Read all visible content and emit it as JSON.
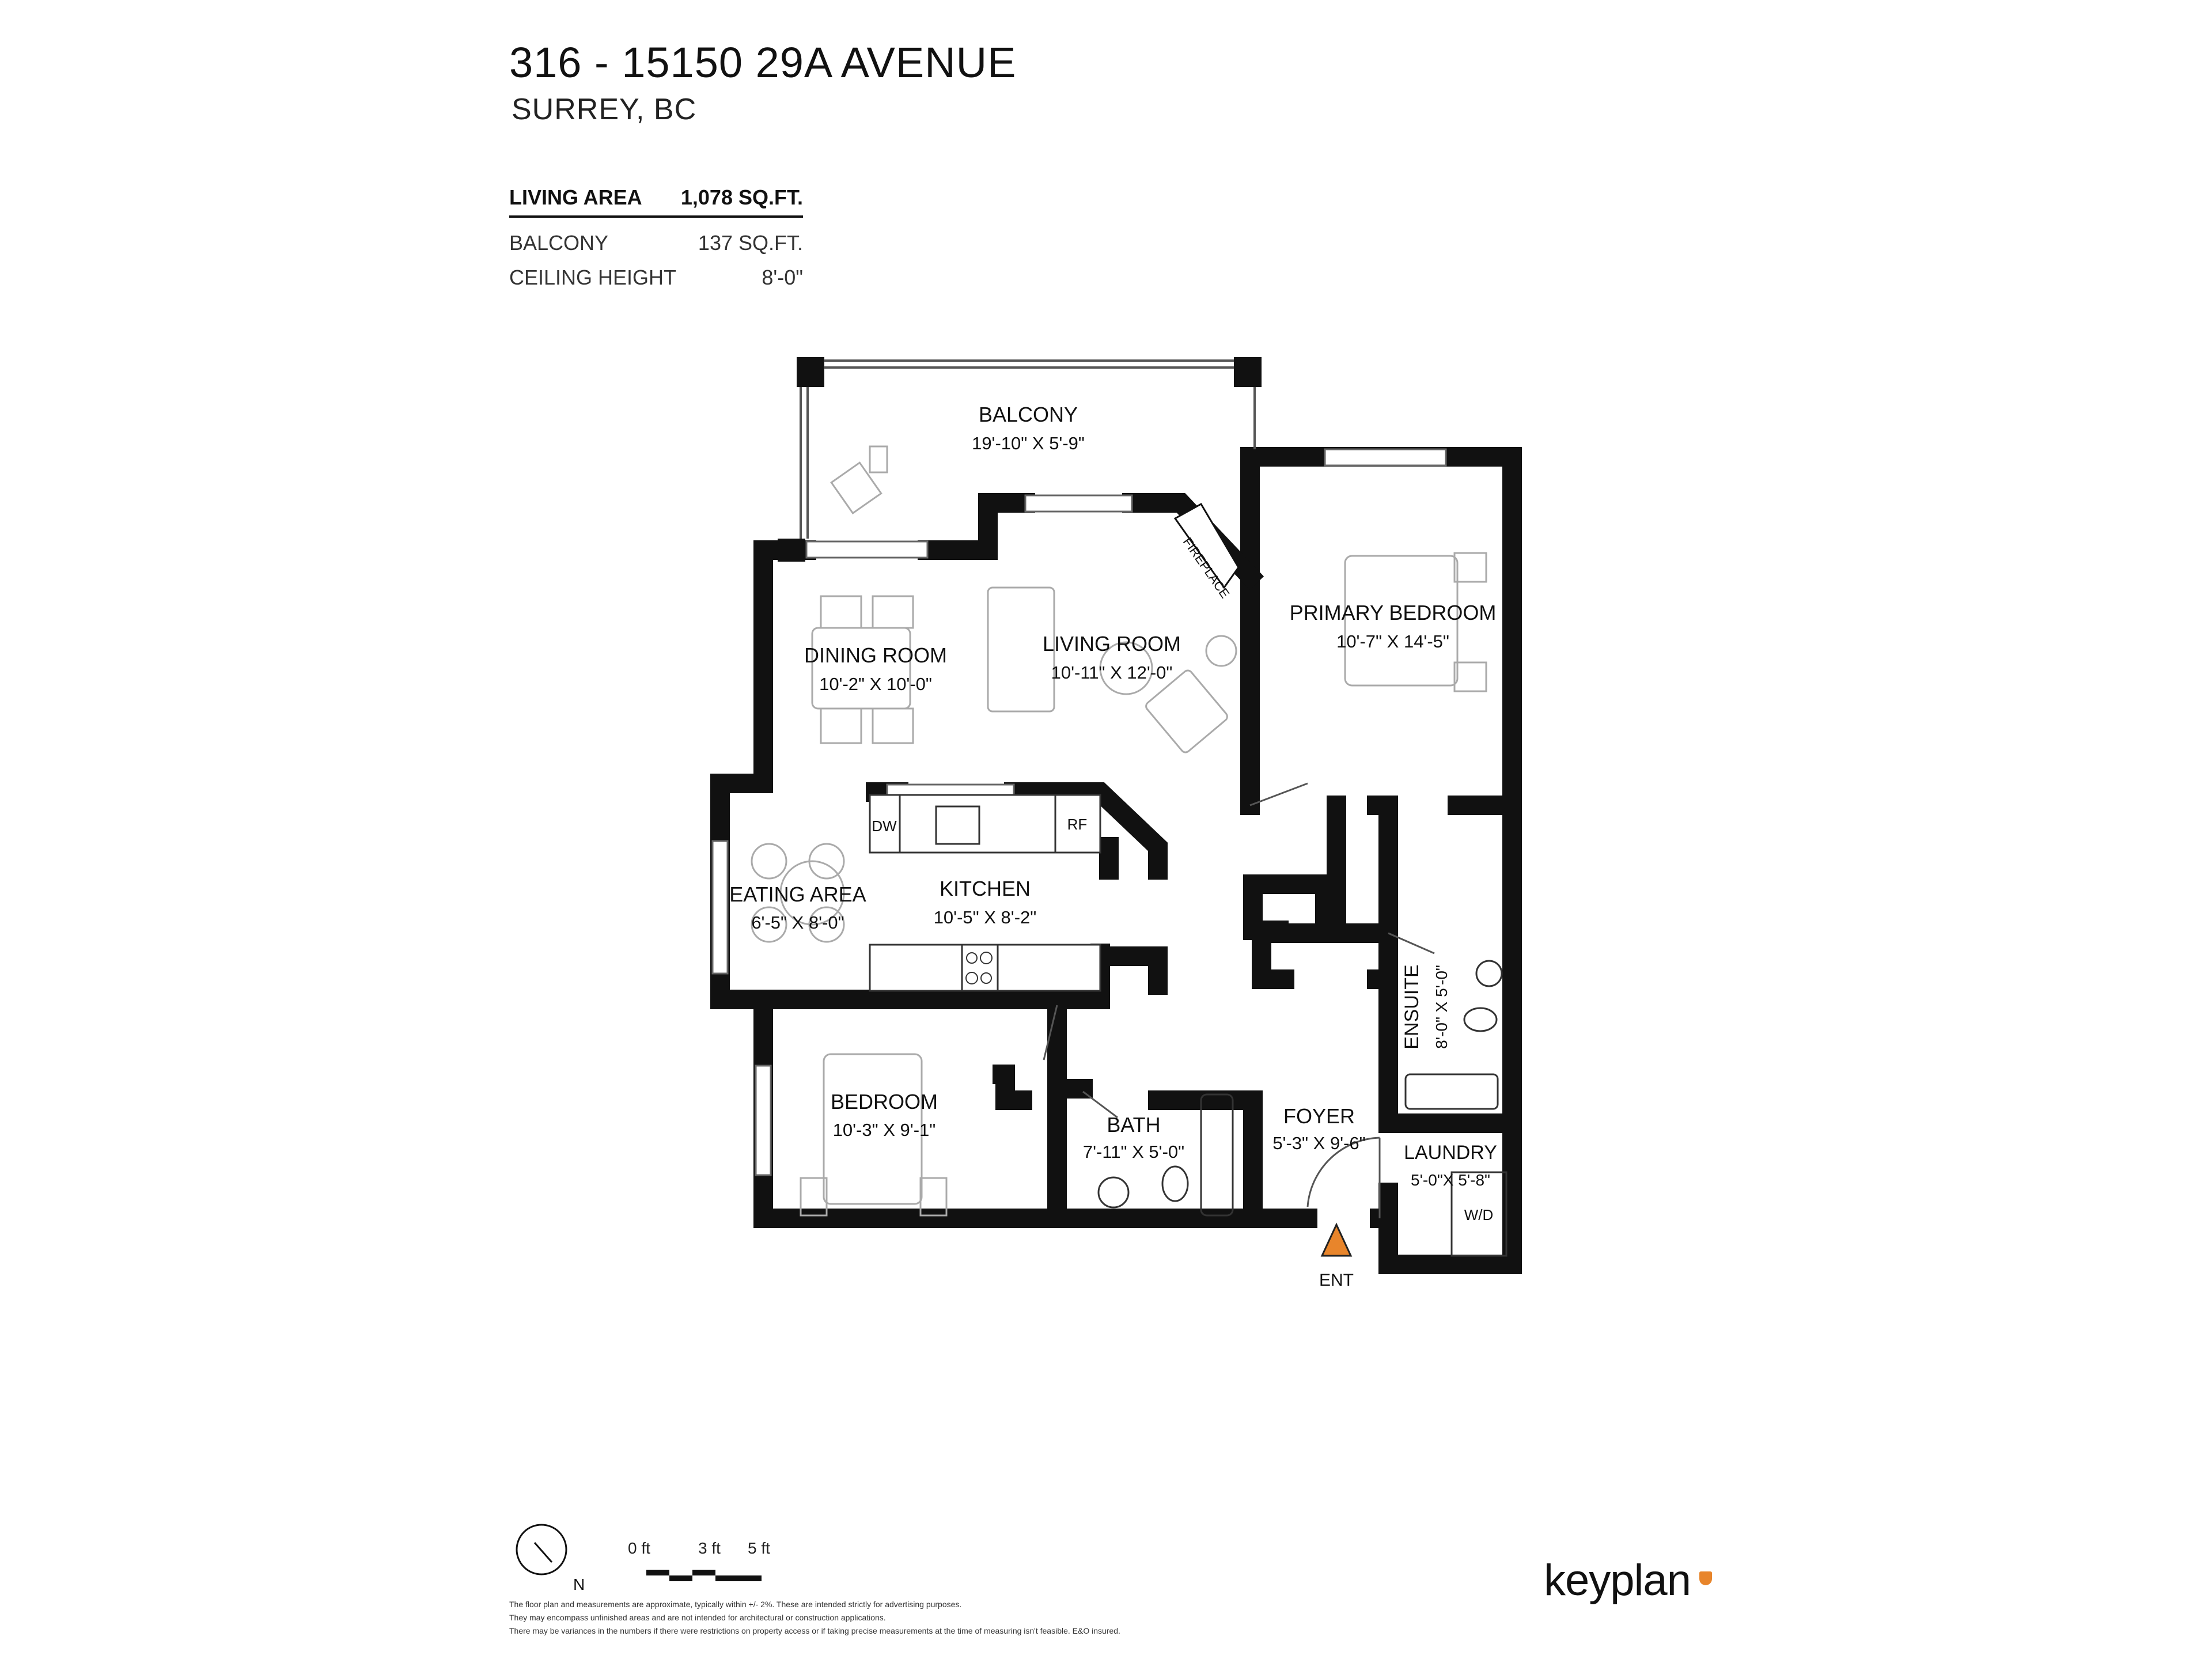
{
  "header": {
    "title": "316 - 15150 29A AVENUE",
    "subtitle": "SURREY, BC"
  },
  "stats": {
    "living_area": {
      "label": "LIVING AREA",
      "value": "1,078 SQ.FT."
    },
    "balcony": {
      "label": "BALCONY",
      "value": "137 SQ.FT."
    },
    "ceiling_height": {
      "label": "CEILING HEIGHT",
      "value": "8'-0\""
    }
  },
  "rooms": {
    "balcony": {
      "name": "BALCONY",
      "dims": "19'-10\"  X   5'-9\""
    },
    "living_room": {
      "name": "LIVING ROOM",
      "dims": "10'-11\"  X  12'-0\""
    },
    "fireplace": {
      "name": "FIREPLACE"
    },
    "dining_room": {
      "name": "DINING ROOM",
      "dims": "10'-2\"  X  10'-0\""
    },
    "primary_bedroom": {
      "name": "PRIMARY BEDROOM",
      "dims": "10'-7\"  X  14'-5\""
    },
    "eating_area": {
      "name": "EATING AREA",
      "dims": "6'-5\"  X  8'-0\""
    },
    "kitchen": {
      "name": "KITCHEN",
      "dims": "10'-5\"  X  8'-2\""
    },
    "ensuite": {
      "name": "ENSUITE",
      "dims": "8'-0\" X 5'-0\""
    },
    "bedroom": {
      "name": "BEDROOM",
      "dims": "10'-3\"  X   9'-1\""
    },
    "bath": {
      "name": "BATH",
      "dims": "7'-11\" X 5'-0\""
    },
    "foyer": {
      "name": "FOYER",
      "dims": "5'-3\" X 9'-6\""
    },
    "laundry": {
      "name": "LAUNDRY",
      "dims": "5'-0\"X 5'-8\""
    }
  },
  "appliances": {
    "dishwasher": "DW",
    "refrigerator": "RF",
    "washer_dryer": "W/D"
  },
  "entrance": {
    "label": "ENT",
    "color": "#e8852b"
  },
  "legend": {
    "north_label": "N",
    "scale": [
      "0 ft",
      "3 ft",
      "5 ft"
    ]
  },
  "disclaimer": [
    "The floor plan and measurements are approximate, typically within +/- 2%. These are intended strictly for advertising purposes.",
    "They may encompass unfinished areas and are not intended for architectural or construction applications.",
    "There may be variances in the numbers if there were restrictions on property access or if taking precise measurements at the time of measuring isn't feasible. E&O insured."
  ],
  "brand": {
    "name": "keyplan",
    "accent": "#e8852b"
  }
}
